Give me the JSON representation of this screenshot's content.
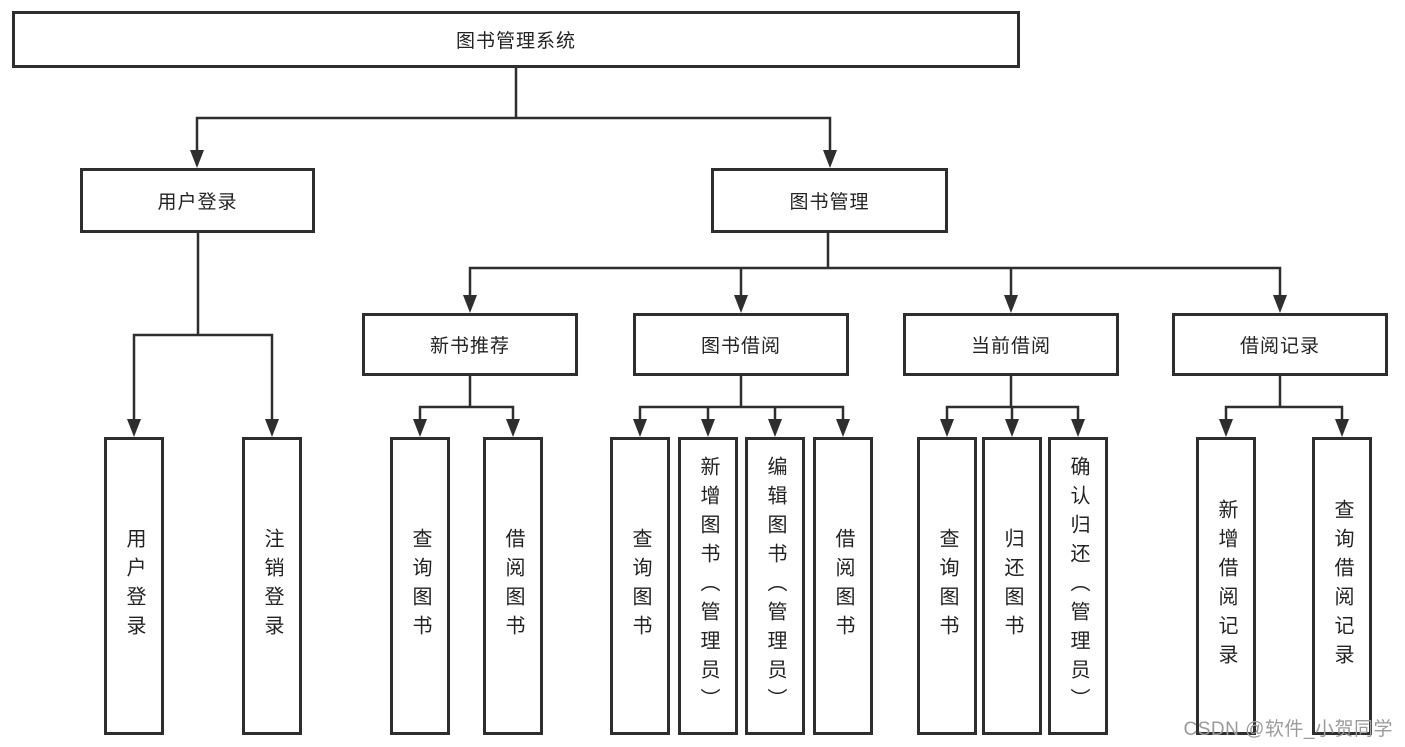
{
  "tree": {
    "root": "图书管理系统",
    "children": [
      {
        "label": "用户登录",
        "children": [
          "用户登录",
          "注销登录"
        ]
      },
      {
        "label": "图书管理",
        "children": [
          {
            "label": "新书推荐",
            "children": [
              "查询图书",
              "借阅图书"
            ]
          },
          {
            "label": "图书借阅",
            "children": [
              "查询图书",
              "新增图书（管理员）",
              "编辑图书（管理员）",
              "借阅图书"
            ]
          },
          {
            "label": "当前借阅",
            "children": [
              "查询图书",
              "归还图书",
              "确认归还（管理员）"
            ]
          },
          {
            "label": "借阅记录",
            "children": [
              "新增借阅记录",
              "查询借阅记录"
            ]
          }
        ]
      }
    ]
  },
  "watermark": "CSDN @软件_小贺同学",
  "colors": {
    "line": "#2e2e2e",
    "box_border": "#2e2e2e",
    "text": "#232323",
    "watermark": "#9b9b9b",
    "background": "#ffffff"
  }
}
